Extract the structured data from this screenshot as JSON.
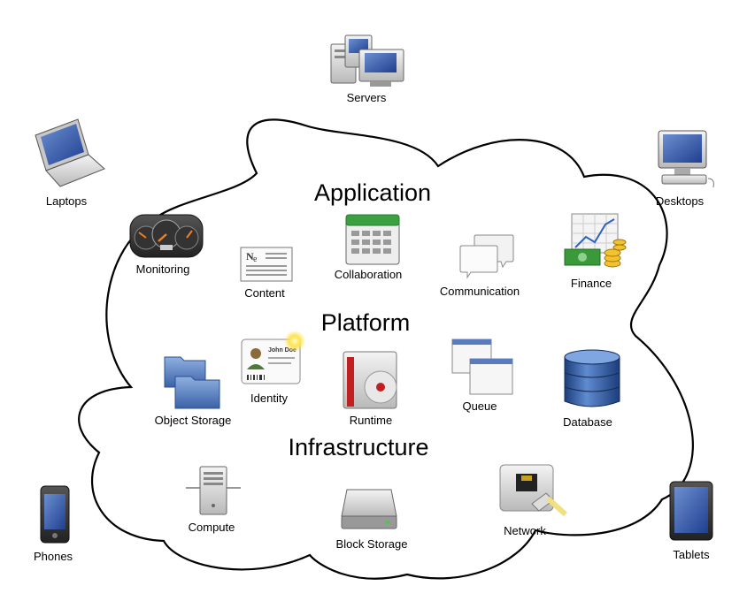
{
  "devices": {
    "servers": "Servers",
    "laptops": "Laptops",
    "desktops": "Desktops",
    "phones": "Phones",
    "tablets": "Tablets"
  },
  "sections": {
    "application": "Application",
    "platform": "Platform",
    "infrastructure": "Infrastructure"
  },
  "application": {
    "monitoring": "Monitoring",
    "content": "Content",
    "collaboration": "Collaboration",
    "communication": "Communication",
    "finance": "Finance"
  },
  "platform": {
    "object_storage": "Object Storage",
    "identity": "Identity",
    "identity_card_name": "John Doe",
    "runtime": "Runtime",
    "queue": "Queue",
    "database": "Database"
  },
  "infrastructure": {
    "compute": "Compute",
    "block_storage": "Block Storage",
    "network": "Network"
  },
  "icons": {
    "servers": "servers-icon",
    "laptop": "laptop-icon",
    "desktop": "desktop-icon",
    "phone": "phone-icon",
    "tablet": "tablet-icon",
    "monitoring": "gauge-icon",
    "content": "newspaper-icon",
    "collaboration": "calendar-icon",
    "communication": "speech-bubbles-icon",
    "finance": "chart-and-coins-icon",
    "object_storage": "folders-icon",
    "identity": "id-card-icon",
    "runtime": "disc-case-icon",
    "queue": "windows-icon",
    "database": "database-icon",
    "compute": "server-tower-icon",
    "block_storage": "hard-drive-icon",
    "network": "ethernet-port-icon"
  }
}
